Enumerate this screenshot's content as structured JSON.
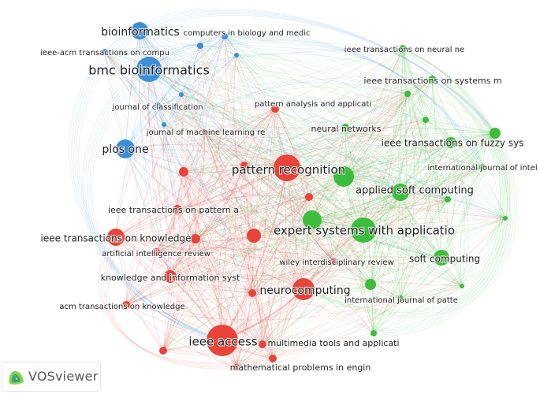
{
  "colors": {
    "red": "#e8443a",
    "green": "#3cbd3c",
    "blue": "#3a8fd6",
    "label": "#222222",
    "background": "#ffffff"
  },
  "watermark": {
    "text": "VOSviewer",
    "icon": "vosviewer-logo-icon"
  },
  "nodes": [
    {
      "id": "pattern-recognition",
      "label": "pattern recognition",
      "cluster": "red",
      "weight": 10
    },
    {
      "id": "neurocomputing",
      "label": "neurocomputing",
      "cluster": "red",
      "weight": 8
    },
    {
      "id": "ieee-access",
      "label": "ieee access",
      "cluster": "red",
      "weight": 10
    },
    {
      "id": "ieee-tkde",
      "label": "ieee transactions on knowledge",
      "cluster": "red",
      "weight": 6
    },
    {
      "id": "knowledge-info-syst",
      "label": "knowledge and information syst",
      "cluster": "red",
      "weight": 5
    },
    {
      "id": "ieee-tpami",
      "label": "ieee transactions on pattern a",
      "cluster": "red",
      "weight": 4
    },
    {
      "id": "ai-review",
      "label": "artificial intelligence review",
      "cluster": "red",
      "weight": 3
    },
    {
      "id": "acm-tkdd",
      "label": "acm transactions on knowledge",
      "cluster": "red",
      "weight": 3
    },
    {
      "id": "pattern-analysis",
      "label": "pattern analysis and applicati",
      "cluster": "red",
      "weight": 3
    },
    {
      "id": "jmlr",
      "label": "journal of machine learning re",
      "cluster": "red",
      "weight": 3
    },
    {
      "id": "multimedia-tools",
      "label": "multimedia tools and applicati",
      "cluster": "red",
      "weight": 3
    },
    {
      "id": "math-problems",
      "label": "mathematical problems in engin",
      "cluster": "red",
      "weight": 3
    },
    {
      "id": "wiley-review",
      "label": "wiley interdisciplinary review",
      "cluster": "red",
      "weight": 3
    },
    {
      "id": "expert-systems",
      "label": "expert systems with applicatio",
      "cluster": "green",
      "weight": 10
    },
    {
      "id": "applied-soft-computing",
      "label": "applied soft computing",
      "cluster": "green",
      "weight": 7
    },
    {
      "id": "soft-computing",
      "label": "soft computing",
      "cluster": "green",
      "weight": 5
    },
    {
      "id": "ieee-tfs",
      "label": "ieee transactions on fuzzy sys",
      "cluster": "green",
      "weight": 5
    },
    {
      "id": "neural-networks",
      "label": "neural networks",
      "cluster": "green",
      "weight": 3
    },
    {
      "id": "ieee-tnn",
      "label": "ieee transactions on neural ne",
      "cluster": "green",
      "weight": 3
    },
    {
      "id": "ieee-tsmc",
      "label": "ieee transactions on systems m",
      "cluster": "green",
      "weight": 3
    },
    {
      "id": "int-j-intel",
      "label": "international journal of intel",
      "cluster": "green",
      "weight": 3
    },
    {
      "id": "int-j-patte",
      "label": "international journal of patte",
      "cluster": "green",
      "weight": 3
    },
    {
      "id": "bmc-bioinformatics",
      "label": "bmc bioinformatics",
      "cluster": "blue",
      "weight": 10
    },
    {
      "id": "bioinformatics",
      "label": "bioinformatics",
      "cluster": "blue",
      "weight": 7
    },
    {
      "id": "plos-one",
      "label": "plos one",
      "cluster": "blue",
      "weight": 7
    },
    {
      "id": "comp-bio-med",
      "label": "computers in biology and medic",
      "cluster": "blue",
      "weight": 3
    },
    {
      "id": "ieee-acm-tcbb",
      "label": "ieee-acm transactions on compu",
      "cluster": "blue",
      "weight": 3
    },
    {
      "id": "j-classification",
      "label": "journal of classification",
      "cluster": "blue",
      "weight": 3
    }
  ]
}
